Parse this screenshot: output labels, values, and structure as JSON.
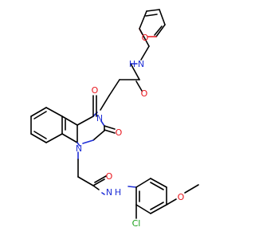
{
  "structure": {
    "atoms": {
      "furan_o": {
        "text": "O",
        "color": "#e8141c"
      },
      "amide1_n": {
        "text": "N",
        "color": "#1f2fd6"
      },
      "amide1_h": {
        "text": "H",
        "color": "#1f2fd6"
      },
      "amide1_o": {
        "text": "O",
        "color": "#e8141c"
      },
      "c4_o": {
        "text": "O",
        "color": "#e8141c"
      },
      "n3": {
        "text": "N",
        "color": "#1f2fd6"
      },
      "c2_o": {
        "text": "O",
        "color": "#e8141c"
      },
      "n1": {
        "text": "N",
        "color": "#1f2fd6"
      },
      "amide2_o": {
        "text": "O",
        "color": "#e8141c"
      },
      "amide2_n": {
        "text": "N",
        "color": "#1f2fd6"
      },
      "amide2_h": {
        "text": "H",
        "color": "#1f2fd6"
      },
      "methoxy_o": {
        "text": "O",
        "color": "#e8141c"
      },
      "chlorine": {
        "text": "Cl",
        "color": "#1aa01a"
      }
    }
  }
}
